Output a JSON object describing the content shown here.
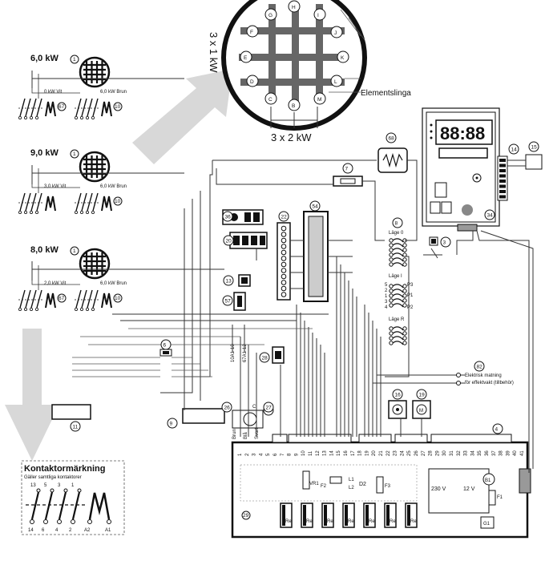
{
  "top_element": {
    "phase_label": "3 x 1 kW",
    "phase_label_bottom": "3 x 2 kW",
    "loop_label": "Elementslinga",
    "terminals": [
      "G",
      "H",
      "I",
      "F",
      "J",
      "E",
      "K",
      "D",
      "L",
      "C",
      "B",
      "M"
    ]
  },
  "heater_groups": [
    {
      "title": "6,0 kW",
      "left_label": "0 kW Vit",
      "right_label": "6,0 kW Brun",
      "badge_left": "67",
      "badge_right": "10",
      "callout": "1"
    },
    {
      "title": "9,0 kW",
      "left_label": "3,0 kW Vit",
      "right_label": "6,0 kW Brun",
      "badge_left": "",
      "badge_right": "10",
      "callout": "1"
    },
    {
      "title": "8,0 kW",
      "left_label": "2,0 kW Vit",
      "right_label": "6,0 kW Brun",
      "badge_left": "67",
      "badge_right": "10",
      "callout": "1"
    }
  ],
  "display": {
    "digits": "88:88",
    "badge_board": "34",
    "badge_14": "14",
    "badge_15": "15"
  },
  "components": {
    "c68": "68",
    "c7": "7",
    "c8": "8",
    "c3": "3",
    "c36": "36",
    "c22": "22",
    "c54": "54",
    "c20": "20",
    "c13": "13",
    "c57": "57",
    "c6": "6",
    "c28": "28",
    "c82": "82",
    "c16": "16",
    "c19": "19",
    "c4": "4",
    "c11": "11",
    "c9": "9",
    "c26": "26",
    "c27": "27",
    "c29": "29"
  },
  "switch_positions": {
    "lage0": "Läge 0",
    "lage1": "Läge I",
    "lageR": "Läge R",
    "p3": "P3",
    "p1": "P1",
    "p2": "P2",
    "nums": [
      "5",
      "2",
      "1",
      "3",
      "4"
    ]
  },
  "fuse_labels": [
    "10A1-10",
    "67A1-12"
  ],
  "power_note": {
    "line1": "Elektrisk matning",
    "line2": "för effektvakt (tillbehör)"
  },
  "main_board": {
    "terminals": [
      "1",
      "2",
      "3",
      "4",
      "5",
      "6",
      "7",
      "8",
      "9",
      "10",
      "11",
      "12",
      "13",
      "14",
      "15",
      "16",
      "17",
      "18",
      "19",
      "20",
      "21",
      "22",
      "23",
      "24",
      "25",
      "26",
      "27",
      "28",
      "29",
      "30",
      "31",
      "32",
      "33",
      "34",
      "35",
      "36",
      "37",
      "38",
      "39",
      "40",
      "41"
    ],
    "relay_label": "Re",
    "voltage_230": "230 V",
    "voltage_12": "12 V",
    "vr1": "VR1",
    "f1": "F1",
    "f2": "F2",
    "f3": "F3",
    "l1": "L1",
    "l2": "L2",
    "d2": "D2",
    "b1": "B1",
    "g1": "G1",
    "side_labels": [
      "Brun",
      "Blå",
      "Svart"
    ],
    "knob_letter": "C"
  },
  "legend": {
    "title": "Kontaktormärkning",
    "subtitle": "Gäller samtliga kontaktorer",
    "top_nums": [
      "13",
      "5",
      "3",
      "1"
    ],
    "bottom_nums": [
      "14",
      "6",
      "4",
      "2",
      "A2",
      "A1"
    ]
  }
}
